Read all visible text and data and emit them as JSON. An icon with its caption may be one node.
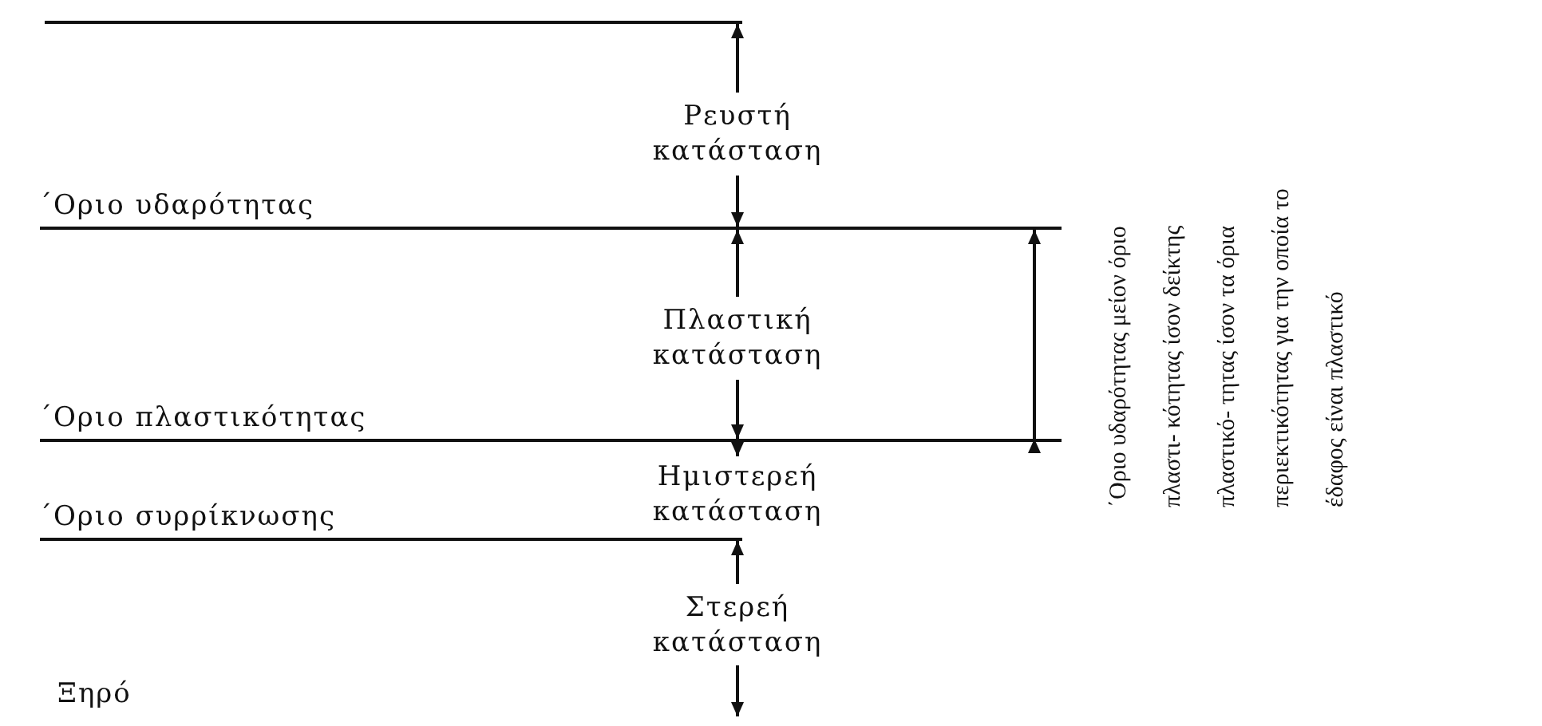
{
  "diagram": {
    "labels": [
      "Ρευστή κατάσταση",
      "΄Οριο υδαρότητας",
      "Πλαστική κατάσταση",
      "΄Οριο πλαστικότητας",
      "Ημιστερεή κατάσταση",
      "΄Οριο συρρίκνωσης",
      "Στερεή κατάσταση",
      "Ξηρό",
      "΄Οριο υδαρότητας μείον όριο πλαστι- κότητας ίσον δείκτης πλαστικό- τητας ίσον τα όρια περιεκτικότητας για την οποία το έδαφος είναι πλαστικό"
    ]
  }
}
